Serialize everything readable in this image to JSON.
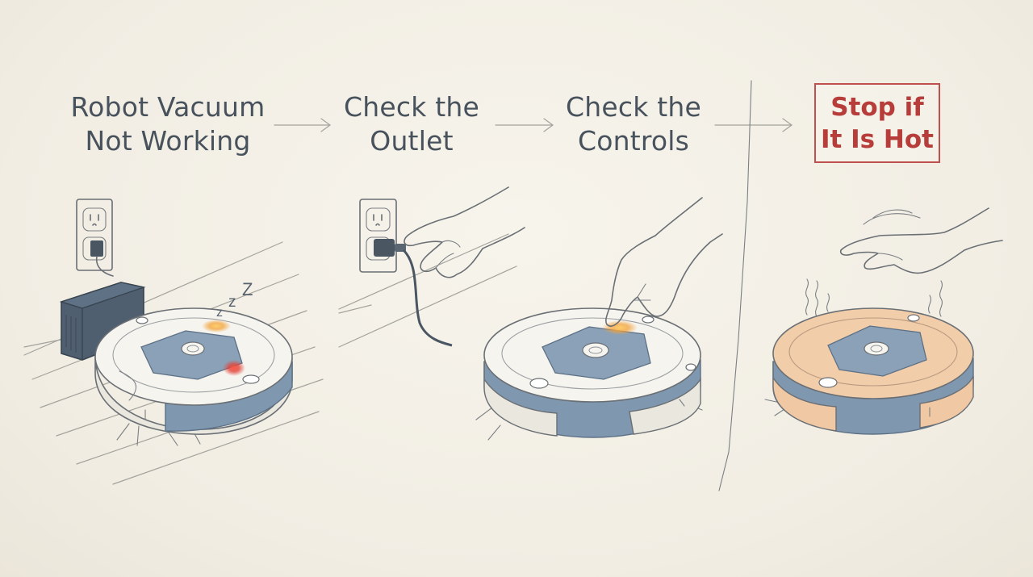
{
  "steps": [
    {
      "line1": "Robot Vacuum",
      "line2": "Not Working"
    },
    {
      "line1": "Check the",
      "line2": "Outlet"
    },
    {
      "line1": "Check the",
      "line2": "Controls"
    }
  ],
  "warning": {
    "line1": "Stop if",
    "line2": "It Is Hot"
  },
  "sleep_marks": [
    "z",
    "z",
    "Z"
  ],
  "colors": {
    "background": "#f3efe6",
    "text": "#48525c",
    "warning_red": "#c0504d",
    "vacuum_blue": "#7f98b0",
    "vacuum_white": "#f6f4ef",
    "hot_peach": "#f0c8a4",
    "led_red": "#e0443a",
    "led_amber": "#f2a23a"
  },
  "icons": [
    "wall-outlet-icon",
    "power-plug-icon",
    "charging-dock-icon",
    "robot-vacuum-icon",
    "hand-icon",
    "heat-waves-icon",
    "arrow-right-icon"
  ]
}
